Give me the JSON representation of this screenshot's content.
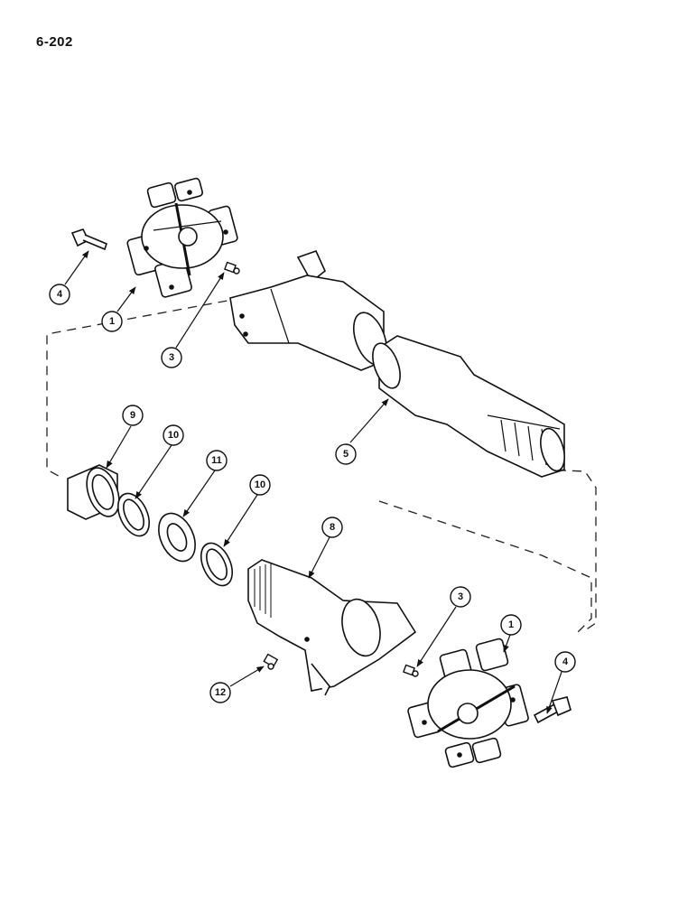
{
  "page_number": "6-202",
  "callouts": {
    "c1_upper": "1",
    "c1_lower": "1",
    "c3_upper": "3",
    "c3_lower": "3",
    "c4_upper": "4",
    "c4_lower": "4",
    "c5": "5",
    "c8": "8",
    "c9": "9",
    "c10_left": "10",
    "c10_right": "10",
    "c11": "11",
    "c12": "12"
  }
}
